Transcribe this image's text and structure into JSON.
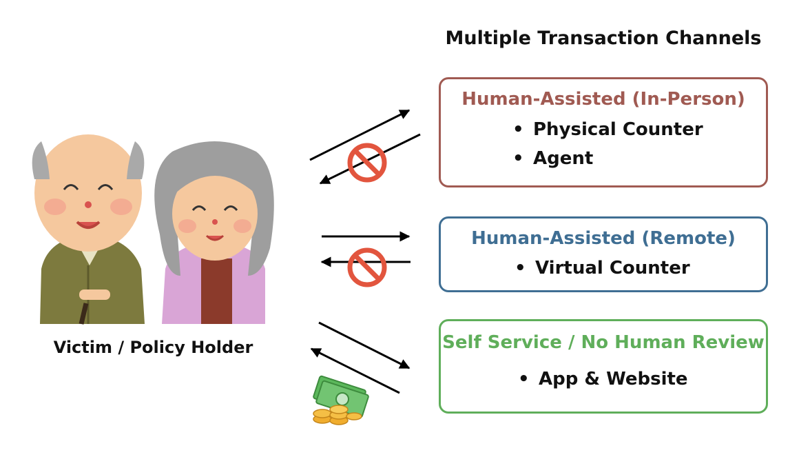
{
  "header": {
    "title": "Multiple Transaction Channels"
  },
  "actor": {
    "label": "Victim / Policy Holder"
  },
  "channels": [
    {
      "title": "Human-Assisted (In-Person)",
      "color": "#a05a52",
      "items": [
        "Physical Counter",
        "Agent"
      ],
      "blocked": true
    },
    {
      "title": "Human-Assisted (Remote)",
      "color": "#3f6e93",
      "items": [
        "Virtual Counter"
      ],
      "blocked": true
    },
    {
      "title": "Self Service / No Human Review",
      "color": "#5fae5a",
      "items": [
        "App & Website"
      ],
      "blocked": false
    }
  ],
  "icons": {
    "blocked": "prohibited-icon",
    "money": "money-icon",
    "actor": "elderly-couple-illustration"
  },
  "colors": {
    "prohibited": "#e2553e"
  }
}
